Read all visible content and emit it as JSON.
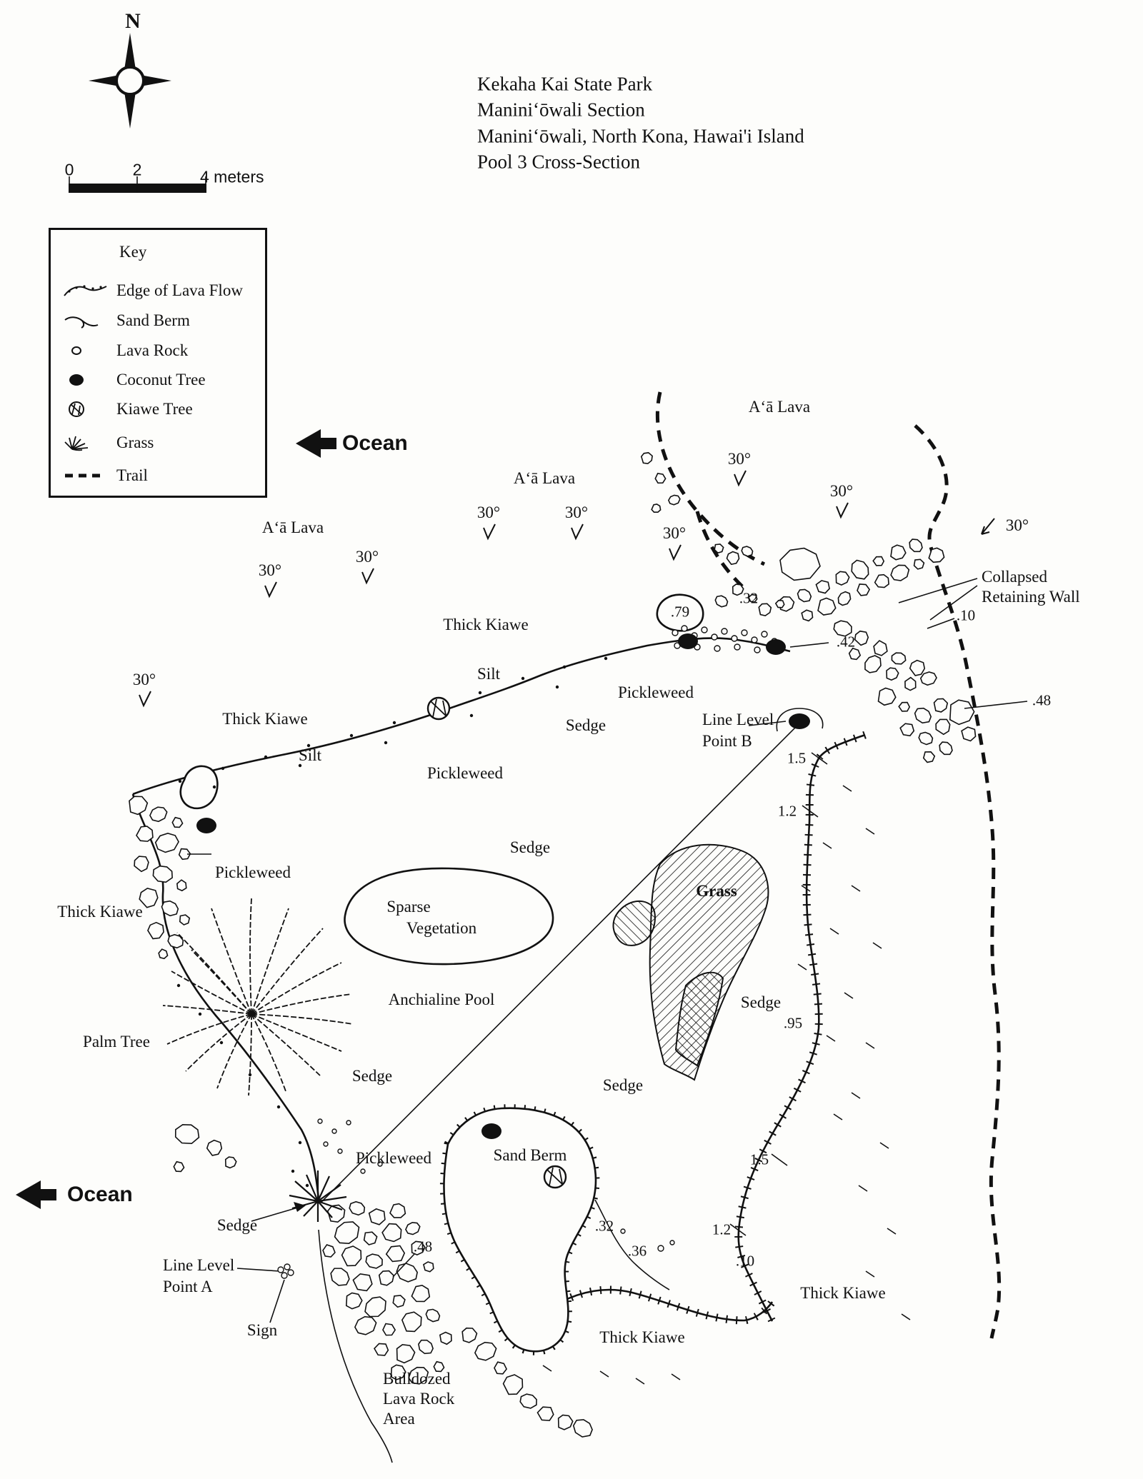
{
  "title_block": {
    "line1": "Kekaha Kai State Park",
    "line2": "Maniniʻōwali Section",
    "line3": "Maniniʻōwali, North Kona, Hawai'i Island",
    "line4": "Pool 3 Cross-Section"
  },
  "compass": {
    "north": "N"
  },
  "scale_bar": {
    "tick_0": "0",
    "tick_2": "2",
    "tick_4": "4 meters"
  },
  "key": {
    "title": "Key",
    "items": [
      {
        "symbol": "lava-flow-edge",
        "label": "Edge of Lava Flow"
      },
      {
        "symbol": "sand-berm",
        "label": "Sand Berm"
      },
      {
        "symbol": "lava-rock",
        "label": "Lava Rock"
      },
      {
        "symbol": "coconut-tree",
        "label": "Coconut Tree"
      },
      {
        "symbol": "kiawe-tree",
        "label": "Kiawe Tree"
      },
      {
        "symbol": "grass",
        "label": "Grass"
      },
      {
        "symbol": "trail",
        "label": "Trail"
      }
    ]
  },
  "ocean_label": "Ocean",
  "map_labels": {
    "aa_lava": "Aʻā Lava",
    "bearing_30": "30°",
    "thick_kiawe": "Thick Kiawe",
    "silt": "Silt",
    "pickleweed": "Pickleweed",
    "sedge": "Sedge",
    "grass": "Grass",
    "sparse": "Sparse",
    "vegetation": "Vegetation",
    "anchialine_pool": "Anchialine Pool",
    "palm_tree": "Palm Tree",
    "sand_berm": "Sand Berm",
    "collapsed_1": "Collapsed",
    "collapsed_2": "Retaining Wall",
    "line_level": "Line Level",
    "point_a": "Point A",
    "point_b": "Point B",
    "sign": "Sign",
    "bulldozed_1": "Bulldozed",
    "bulldozed_2": "Lava Rock",
    "bulldozed_3": "Area"
  },
  "measurements": {
    "m79": ".79",
    "m32_top": ".32",
    "m10_top": ".10",
    "m42": ".42",
    "m48_right": ".48",
    "m1_5_upper": "1.5",
    "m1_2_upper": "1.2",
    "m95": ".95",
    "m1_5_lower": "1.5",
    "m32_lower": ".32",
    "m36": ".36",
    "m1_2_lower": "1.2",
    "m10_lower": ".10",
    "m48_lower": ".48"
  }
}
